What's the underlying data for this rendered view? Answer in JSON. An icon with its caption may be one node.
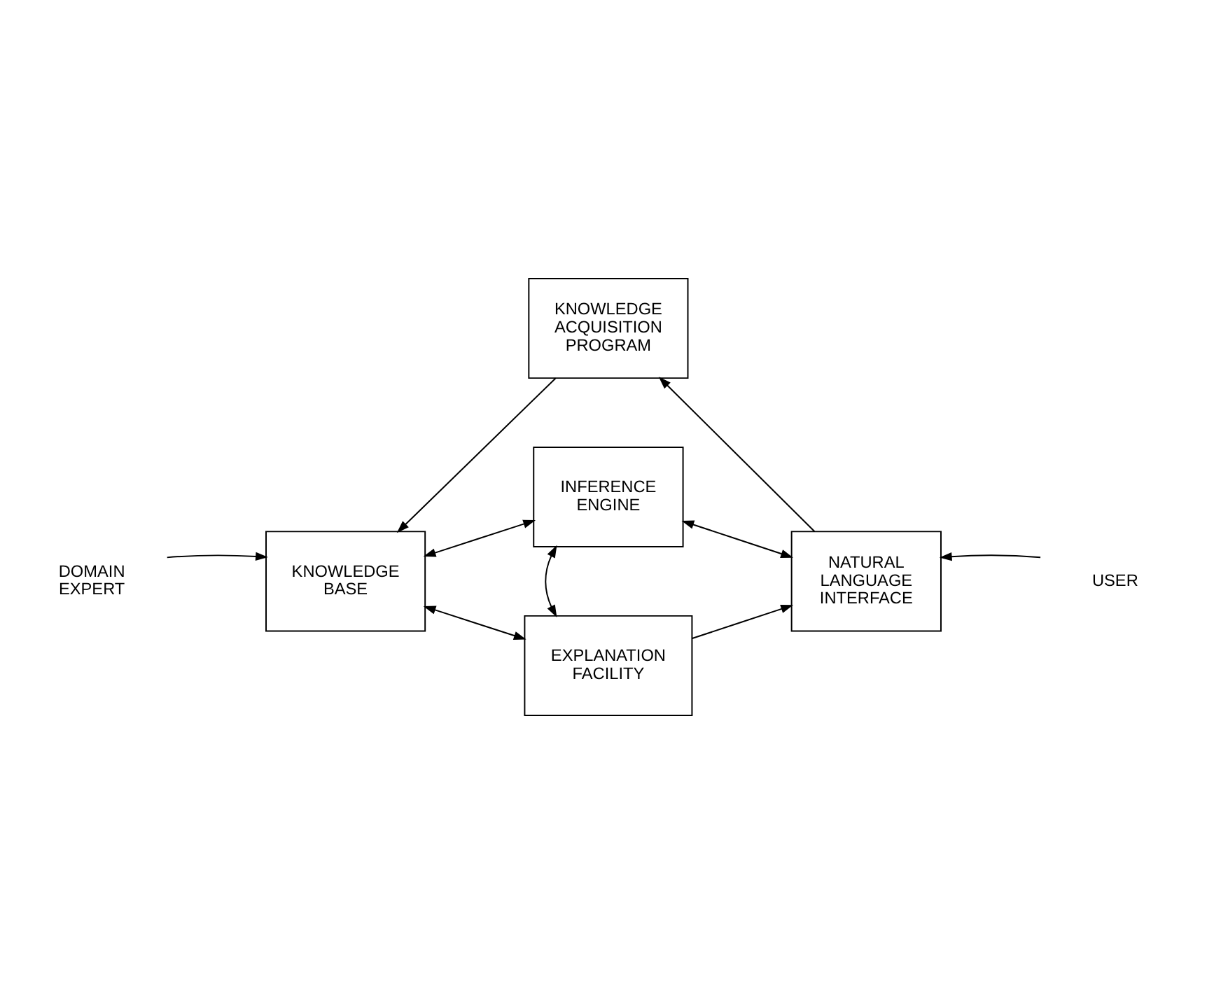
{
  "diagram": {
    "nodes": [
      {
        "text": [
          "KNOWLEDGE ACQUISITION PROGRAM"
        ]
      },
      {
        "text": [
          "DOMAIN EXPERT"
        ]
      },
      {
        "text": [
          "KNOWLEDGE BASE"
        ]
      },
      {
        "text": [
          "INFERENCE ENGINE"
        ]
      },
      {
        "text": [
          "NATURAL LANGUAGE INTERFACE"
        ]
      },
      {
        "text": [
          "USER"
        ]
      },
      {
        "text": [
          "EXPLANATION FACILITY"
        ]
      }
    ],
    "edges": [
      {
        "from": 0,
        "to": 2,
        "arrow": "to"
      },
      {
        "from": 4,
        "to": 0,
        "arrow": "to"
      },
      {
        "from": 1,
        "to": 2,
        "arrow": "to"
      },
      {
        "from": 2,
        "to": 3,
        "arrow": "both"
      },
      {
        "from": 3,
        "to": 4,
        "arrow": "both"
      },
      {
        "from": 5,
        "to": 4,
        "arrow": "to"
      },
      {
        "from": 2,
        "to": 6,
        "arrow": "both"
      },
      {
        "from": 3,
        "to": 6,
        "arrow": "both"
      },
      {
        "from": 6,
        "to": 4,
        "arrow": "to"
      }
    ]
  }
}
